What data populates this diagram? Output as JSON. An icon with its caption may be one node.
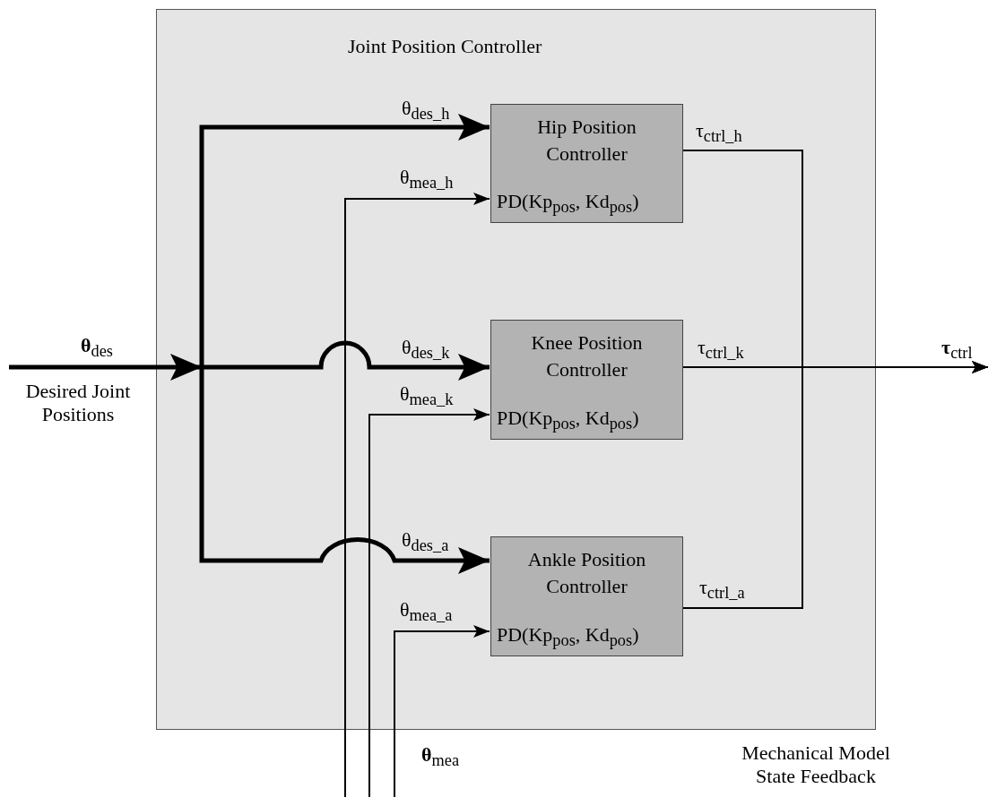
{
  "diagram": {
    "nodes": [
      {
        "text": [
          "Joint Position Controller"
        ]
      },
      {
        "text": [
          "Hip Position Controller",
          "PD(Kp$_{pos}$, Kd$_{pos}$)"
        ],
        "in": 0
      },
      {
        "text": [
          "Knee Position Controller",
          "PD(Kp$_{pos}$, Kd$_{pos}$)"
        ],
        "in": 0
      },
      {
        "text": [
          "Ankle Position Controller",
          "PD(Kp$_{pos}$, Kd$_{pos}$)"
        ],
        "in": 0
      }
    ],
    "edges": [
      {
        "from": null,
        "to": 1,
        "arrow": "to",
        "label": "θ$_{des_h}$",
        "style": "thick"
      },
      {
        "from": null,
        "to": 2,
        "arrow": "to",
        "label": "θ$_{des_k}$",
        "style": "thick"
      },
      {
        "from": null,
        "to": 3,
        "arrow": "to",
        "label": "θ$_{des_a}$",
        "style": "thick"
      },
      {
        "from": null,
        "to": 1,
        "arrow": "to",
        "label": "θ$_{mea_h}$"
      },
      {
        "from": null,
        "to": 2,
        "arrow": "to",
        "label": "θ$_{mea_k}$"
      },
      {
        "from": null,
        "to": 3,
        "arrow": "to",
        "label": "θ$_{mea_a}$"
      },
      {
        "from": 1,
        "to": null,
        "arrow": "to",
        "label": "τ$_{ctrl_h}$"
      },
      {
        "from": 2,
        "to": null,
        "arrow": "to",
        "label": "τ$_{ctrl_k}$"
      },
      {
        "from": 3,
        "to": null,
        "arrow": "to",
        "label": "τ$_{ctrl_a}$"
      }
    ],
    "labels": [
      "**θ**$_{des}$",
      "Desired Joint Positions",
      "**τ**$_{ctrl}$",
      "**θ**$_{mea}$",
      "Mechanical Model State Feedback"
    ]
  }
}
